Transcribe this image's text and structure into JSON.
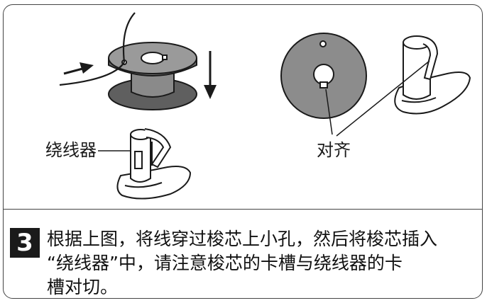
{
  "labels": {
    "winder_left": "绕线器",
    "align": "对齐"
  },
  "step": {
    "number": "3",
    "line1": "根据上图，将线穿过梭芯上小孔，然后将梭芯插入",
    "line2": "“绕线器”中，请注意梭芯的卡槽与绕线器的卡",
    "line3": "槽对切。"
  },
  "colors": {
    "disc_gray": "#8c8c8c",
    "bobbin_core": "#8a8a8a",
    "outline": "#1a1a1a"
  }
}
